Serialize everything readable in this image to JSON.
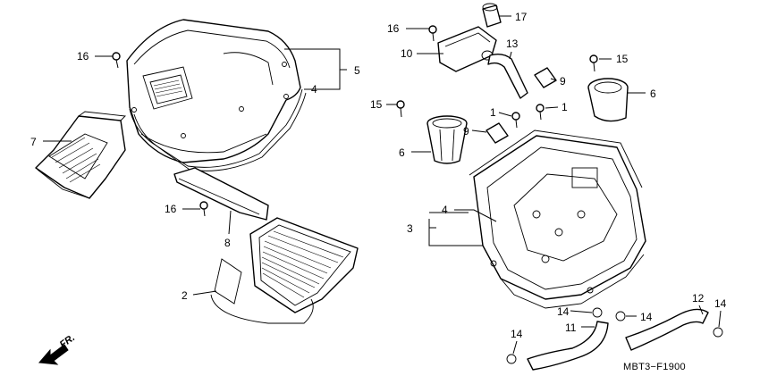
{
  "callouts": [
    {
      "id": "c16a",
      "text": "16"
    },
    {
      "id": "c5",
      "text": "5"
    },
    {
      "id": "c4a",
      "text": "4"
    },
    {
      "id": "c7",
      "text": "7"
    },
    {
      "id": "c16b",
      "text": "16"
    },
    {
      "id": "c8",
      "text": "8"
    },
    {
      "id": "c2",
      "text": "2"
    },
    {
      "id": "c16c",
      "text": "16"
    },
    {
      "id": "c17",
      "text": "17"
    },
    {
      "id": "c10",
      "text": "10"
    },
    {
      "id": "c13",
      "text": "13"
    },
    {
      "id": "c15a",
      "text": "15"
    },
    {
      "id": "c9a",
      "text": "9"
    },
    {
      "id": "c6a",
      "text": "6"
    },
    {
      "id": "c15b",
      "text": "15"
    },
    {
      "id": "c1a",
      "text": "1"
    },
    {
      "id": "c1b",
      "text": "1"
    },
    {
      "id": "c9b",
      "text": "9"
    },
    {
      "id": "c6b",
      "text": "6"
    },
    {
      "id": "c4b",
      "text": "4"
    },
    {
      "id": "c3",
      "text": "3"
    },
    {
      "id": "c14a",
      "text": "14"
    },
    {
      "id": "c14b",
      "text": "14"
    },
    {
      "id": "c11",
      "text": "11"
    },
    {
      "id": "c12",
      "text": "12"
    },
    {
      "id": "c14c",
      "text": "14"
    },
    {
      "id": "c14d",
      "text": "14"
    }
  ],
  "front_marker": "FR.",
  "diagram_code": "MBT3−F1900"
}
